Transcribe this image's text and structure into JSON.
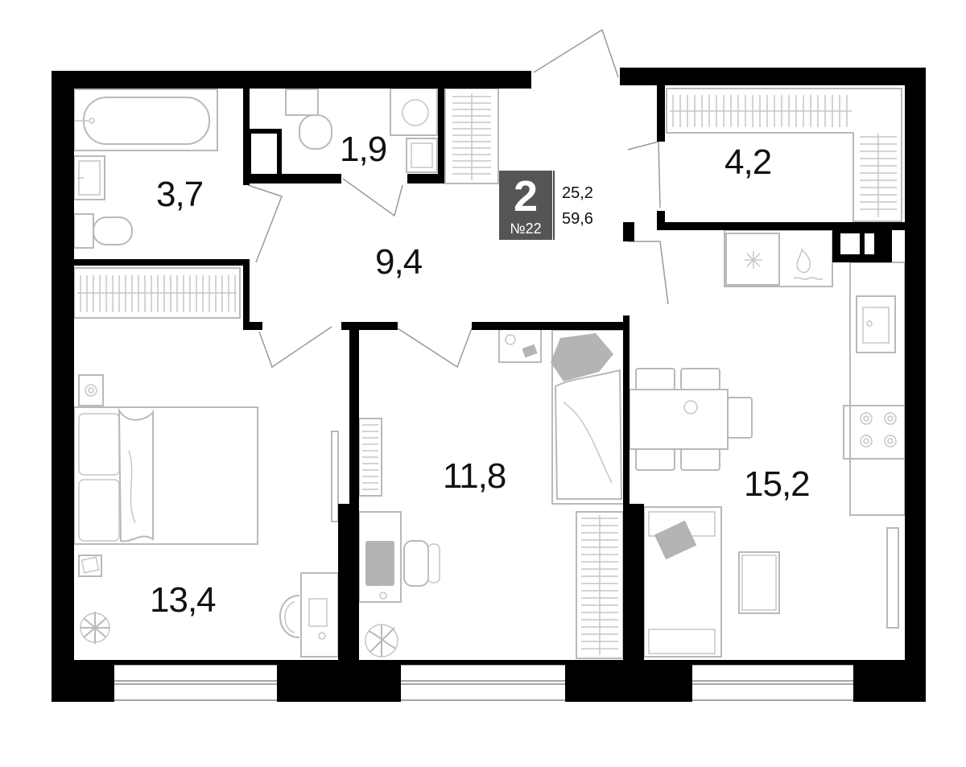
{
  "apartment": {
    "rooms_count": "2",
    "number": "№22",
    "living_area": "25,2",
    "total_area": "59,6",
    "badge_color": "#555555"
  },
  "rooms": {
    "bathroom": "3,7",
    "toilet": "1,9",
    "wardrobe": "4,2",
    "hallway": "9,4",
    "bedroom": "13,4",
    "room": "11,8",
    "kitchen_living": "15,2"
  },
  "colors": {
    "wall": "#000000",
    "furniture": "#b9b9b9",
    "text": "#111111"
  }
}
